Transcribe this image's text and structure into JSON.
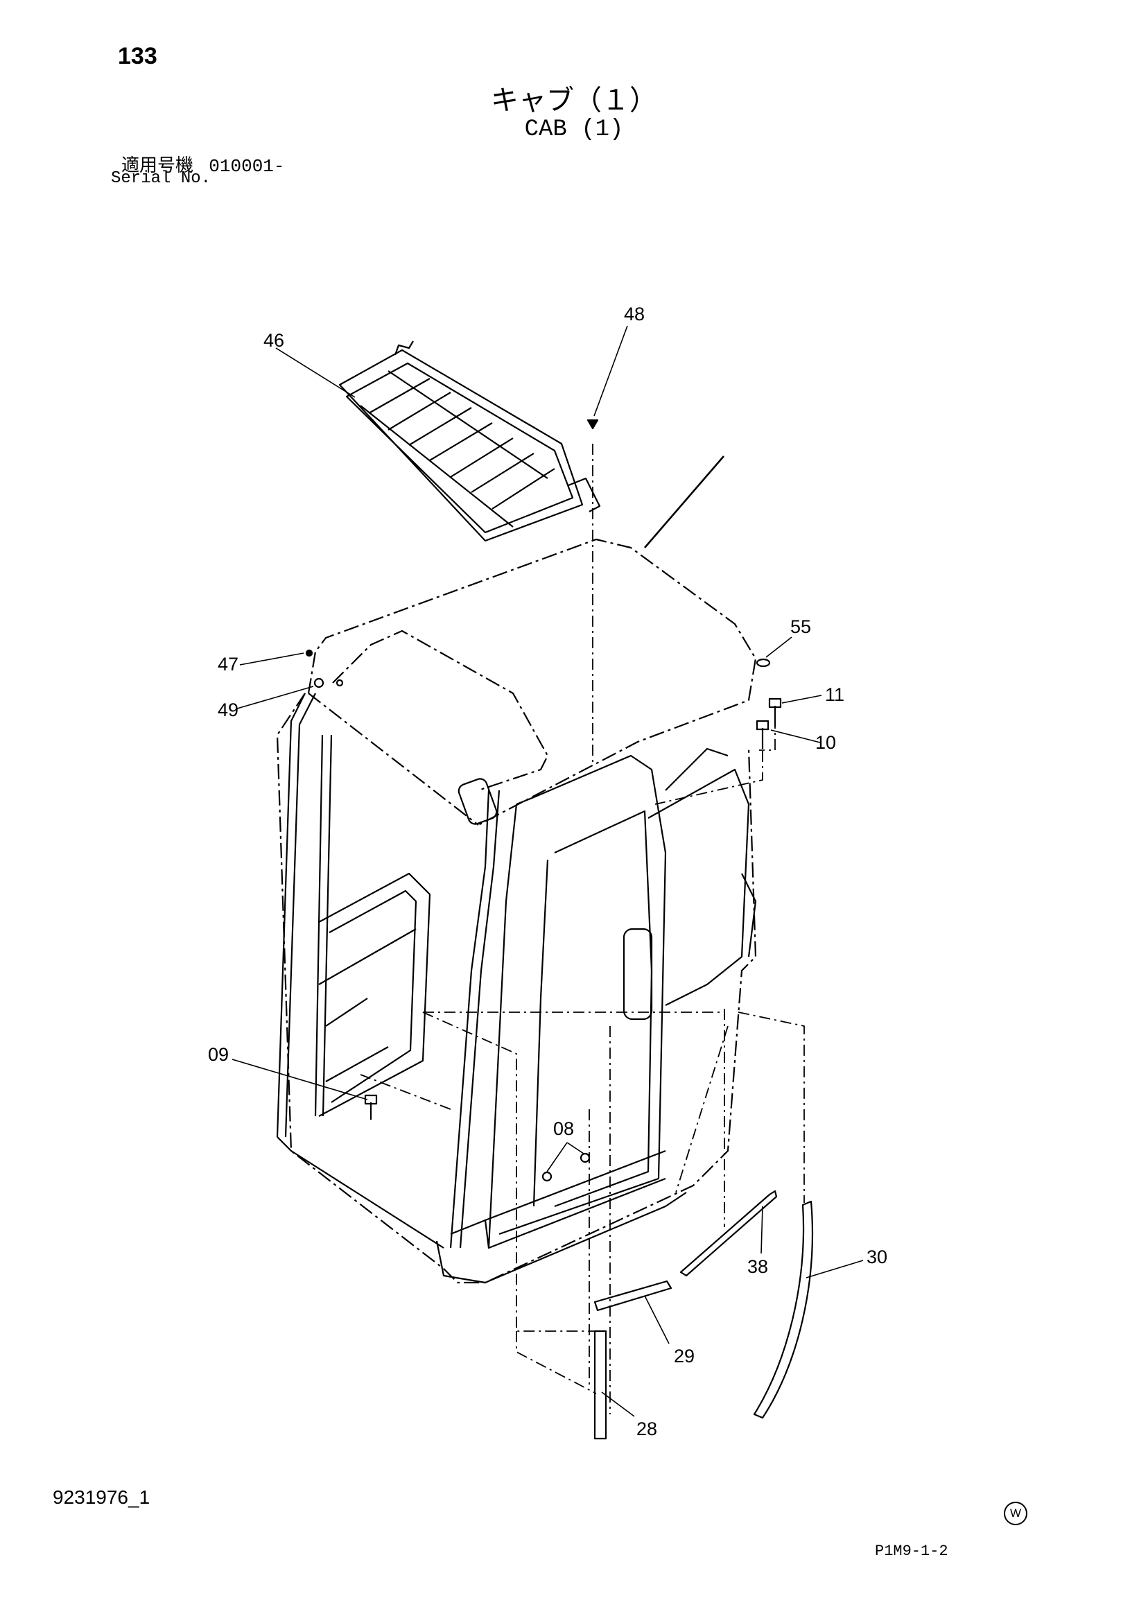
{
  "header": {
    "page_number": "133",
    "title_ja": "キャブ（１）",
    "title_en": "CAB (1)",
    "serial_label_ja": "適用号機",
    "serial_value": "010001-",
    "serial_label_en": "Serial No."
  },
  "diagram": {
    "callouts": [
      "46",
      "48",
      "47",
      "49",
      "55",
      "11",
      "10",
      "09",
      "08",
      "38",
      "30",
      "29",
      "28"
    ]
  },
  "footer": {
    "doc_code": "9231976_1",
    "mark": "W",
    "figure_code": "P1M9-1-2"
  }
}
